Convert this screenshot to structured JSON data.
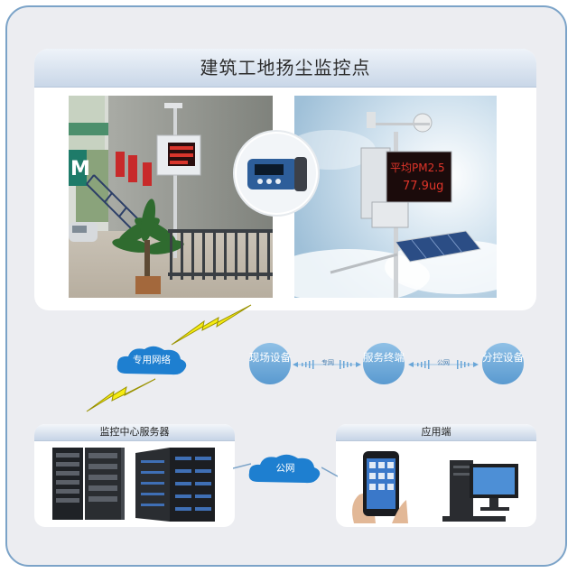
{
  "diagram": {
    "title": "建筑工地扬尘监控点",
    "nodes": {
      "onsite_device": "现场设备",
      "service_terminal": "服务终端",
      "branch_device": "分控设备",
      "monitor_center": "监控中心服务器",
      "application": "应用端"
    },
    "clouds": {
      "private_network": "专用网络",
      "public_network": "公网"
    },
    "links": {
      "left_link": "专网",
      "right_link": "公网"
    },
    "display": {
      "led_text_line1": "平均PM2.5",
      "led_text_line2": "77.9ug"
    }
  },
  "colors": {
    "frame_border": "#7ba3c8",
    "frame_bg": "#ecedf1",
    "node_blue": "#6aa6d8",
    "cloud_blue": "#1e7fd0",
    "lightning": "#f6ec12"
  }
}
